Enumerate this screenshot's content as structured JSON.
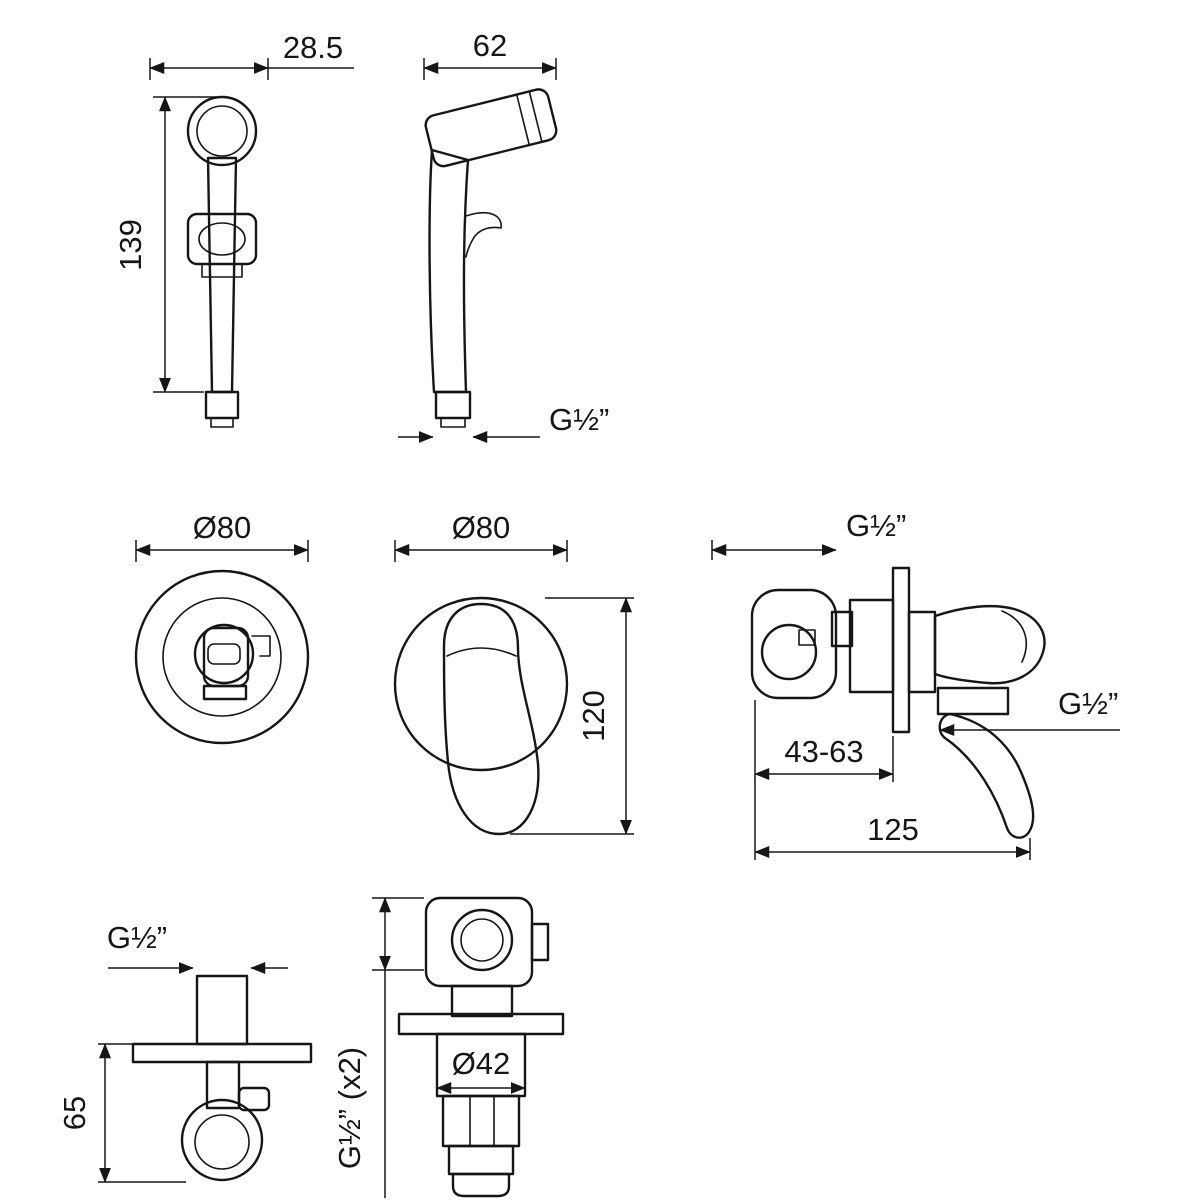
{
  "colors": {
    "line": "#161616",
    "background": "#ffffff"
  },
  "views": {
    "handshower_front": {
      "width": "28.5",
      "height": "139"
    },
    "handshower_side": {
      "width": "62",
      "outlet_thread": "G½”"
    },
    "holder_plate": {
      "diameter": "Ø80"
    },
    "mixer_trim": {
      "diameter": "Ø80",
      "height": "120"
    },
    "mixer_side": {
      "inlet_thread": "G½”",
      "outlet_thread": "G½”",
      "mounting_depth": "43-63",
      "overall_length": "125"
    },
    "wall_outlet": {
      "thread": "G½”",
      "height": "65"
    },
    "valve_body": {
      "diameter": "Ø42",
      "connections": "G½” (x2)"
    }
  }
}
